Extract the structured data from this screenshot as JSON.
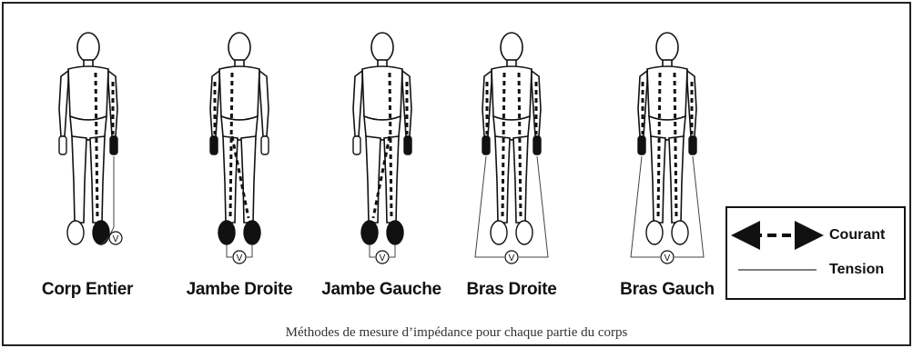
{
  "figures": [
    {
      "label": "Corp Entier",
      "current": "right-arm-to-right-leg",
      "tension": "right"
    },
    {
      "label": "Jambe Droite",
      "current": "right-arm-to-both-legs",
      "tension": "legs"
    },
    {
      "label": "Jambe Gauche",
      "current": "left-arm-to-both-legs",
      "tension": "legs"
    },
    {
      "label": "Bras Droite",
      "current": "arms-to-legs",
      "tension": "arms"
    },
    {
      "label": "Bras Gauch",
      "current": "arms-to-legs",
      "tension": "arms"
    }
  ],
  "voltmeter_symbol": "V",
  "legend": {
    "current_label": "Courant",
    "tension_label": "Tension"
  },
  "caption": "Méthodes de mesure d’impédance pour chaque partie du corps"
}
